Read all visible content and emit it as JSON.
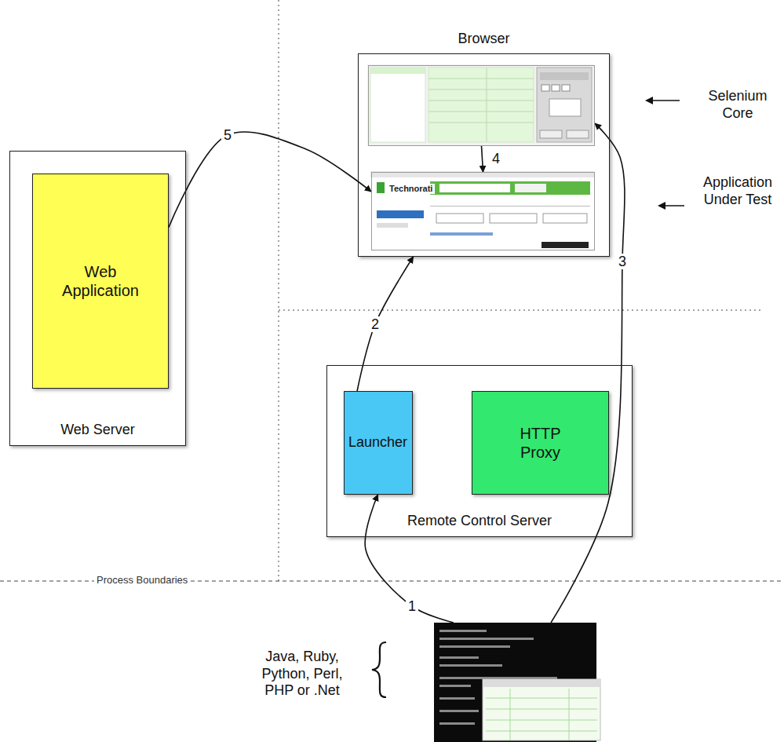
{
  "diagram": {
    "nodes": [
      {
        "text": [
          "Browser"
        ]
      },
      {
        "text": [
          "Selenium Core"
        ],
        "in": 0
      },
      {
        "text": [
          "Application Under Test"
        ],
        "in": 0
      },
      {
        "text": [
          "Web Server"
        ]
      },
      {
        "text": [
          "Web Application"
        ],
        "in": 3
      },
      {
        "text": [
          "Remote Control Server"
        ]
      },
      {
        "text": [
          "Launcher"
        ],
        "in": 5
      },
      {
        "text": [
          "HTTP Proxy"
        ],
        "in": 5
      },
      {
        "text": [
          "Java, Ruby, Python, Perl, PHP or .Net"
        ]
      }
    ],
    "edges": [
      {
        "from": 8,
        "to": 6,
        "label": "1",
        "arrow": "to"
      },
      {
        "from": 6,
        "to": 0,
        "label": "2",
        "arrow": "to"
      },
      {
        "from": 8,
        "to": 1,
        "label": "3",
        "arrow": "to"
      },
      {
        "from": 1,
        "to": 2,
        "label": "4",
        "arrow": "to"
      },
      {
        "from": 4,
        "to": 2,
        "label": "5",
        "arrow": "to"
      }
    ],
    "labels": [
      "Process Boundaries",
      "Technorati"
    ]
  }
}
